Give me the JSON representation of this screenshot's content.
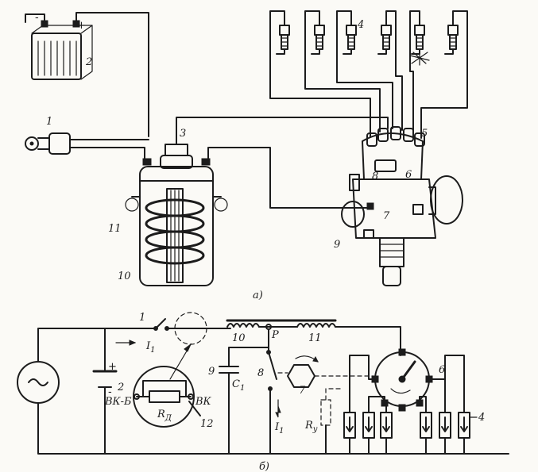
{
  "labels": {
    "n1": "1",
    "n2": "2",
    "n3": "3",
    "n4": "4",
    "n5": "5",
    "n6": "6",
    "n7": "7",
    "n8": "8",
    "n9": "9",
    "n10": "10",
    "n11": "11",
    "fig_a": "а)",
    "plus": "+",
    "minus": "-"
  },
  "schematic": {
    "n1": "1",
    "n2": "2",
    "n4": "4",
    "n6": "6",
    "n7": "7",
    "n8": "8",
    "n9": "9",
    "n10": "10",
    "n11": "11",
    "n12": "12",
    "i1_top": "I",
    "i1_top_sub": "1",
    "i1_low": "I",
    "i1_low_sub": "1",
    "c1": "C",
    "c1_sub": "1",
    "rd": "R",
    "rd_sub": "Д",
    "ry": "R",
    "ry_sub": "у",
    "p": "Р",
    "vkb": "ВК-Б",
    "vk": "ВК",
    "plus": "+",
    "minus": "-",
    "fig_b": "б)"
  }
}
